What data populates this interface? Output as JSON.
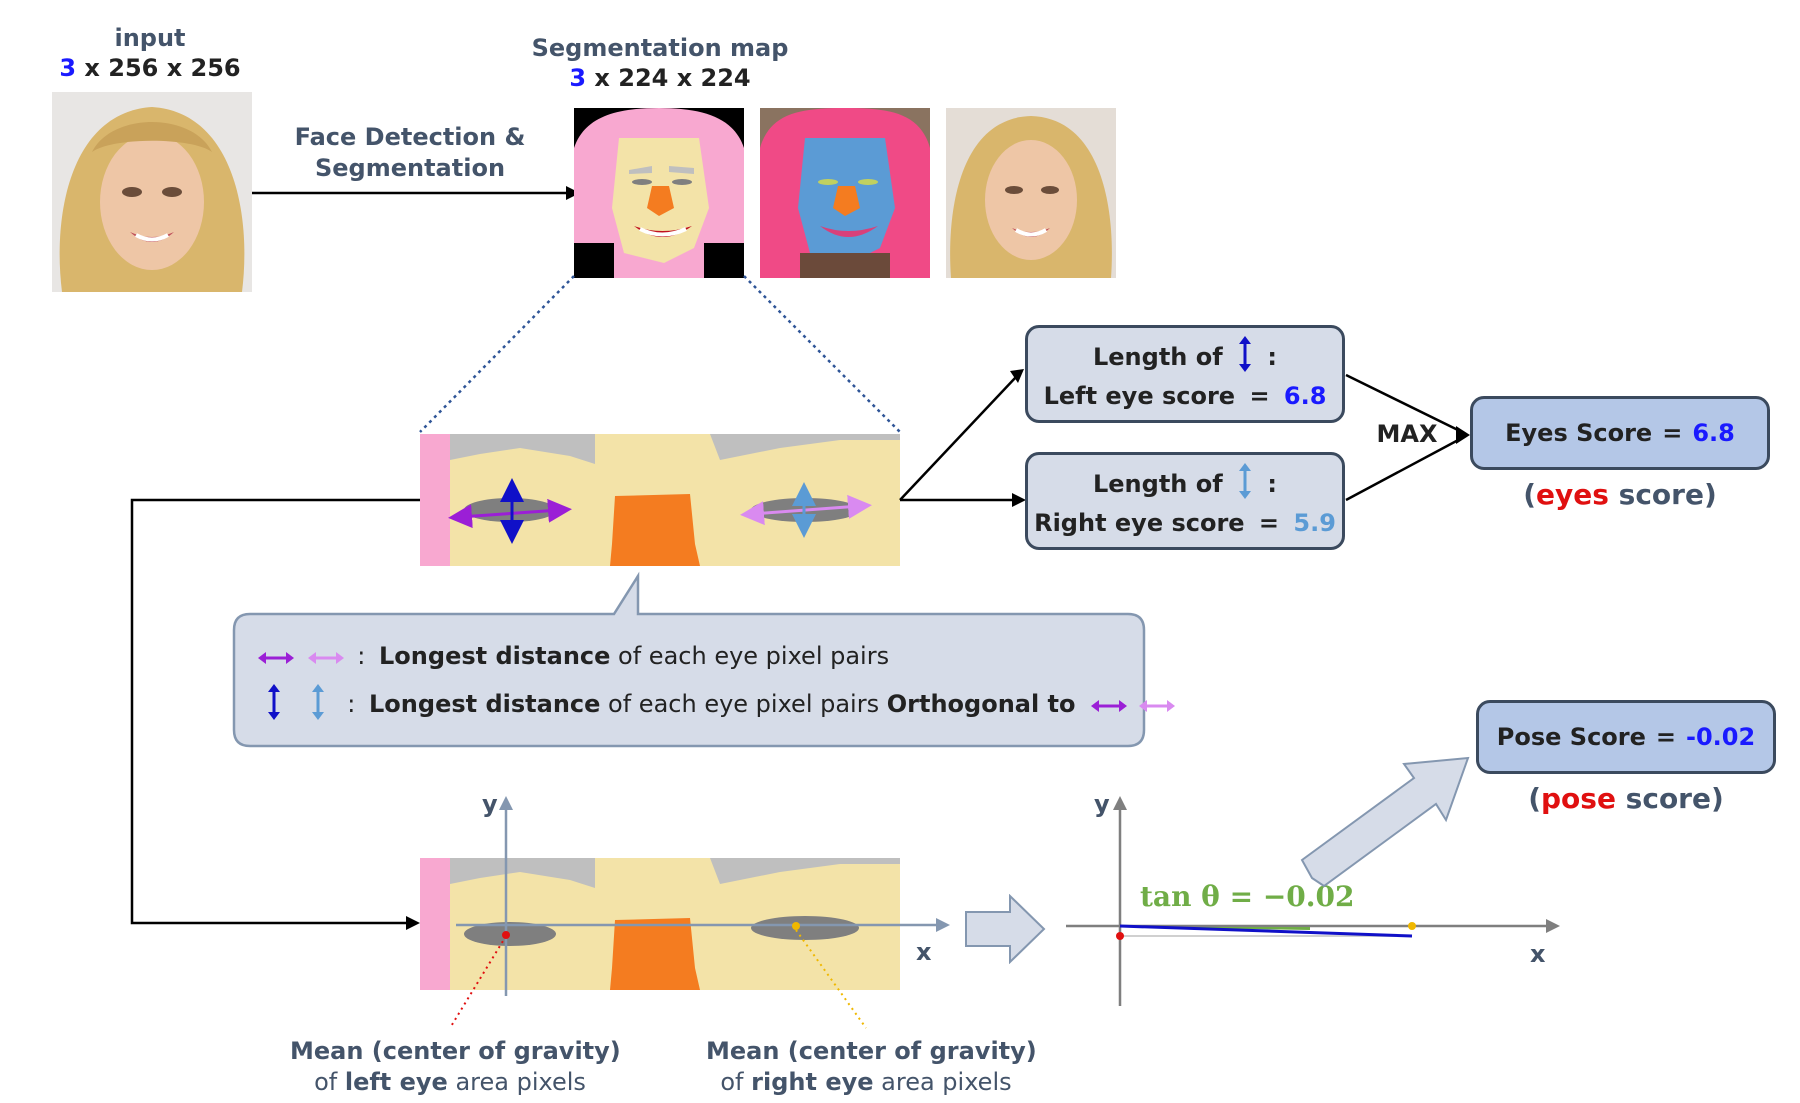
{
  "input": {
    "title": "input",
    "dim_channel": "3",
    "dim_rest": "x 256 x 256"
  },
  "segmap": {
    "title": "Segmentation map",
    "dim_channel": "3",
    "dim_rest": "x 224 x 224"
  },
  "step1": {
    "line1": "Face Detection &",
    "line2": "Segmentation"
  },
  "left_eye": {
    "line1": "Length of",
    "colon": ":",
    "label": "Left eye score",
    "eq": "=",
    "value": "6.8"
  },
  "right_eye": {
    "line1": "Length of",
    "colon": ":",
    "label": "Right eye score",
    "eq": "=",
    "value": "5.9"
  },
  "max_label": "MAX",
  "eyes_score": {
    "label": "Eyes Score",
    "eq": "=",
    "value": "6.8",
    "paren_open": "(",
    "word": "eyes",
    "rest": " score)"
  },
  "legend": {
    "row1_colon": ":",
    "row1_bold": "Longest distance",
    "row1_rest": "of each eye pixel pairs",
    "row2_colon": ":",
    "row2_bold": "Longest distance",
    "row2_rest": "of each eye pixel pairs",
    "row2_bold2": "Orthogonal to"
  },
  "pose_score": {
    "label": "Pose Score",
    "eq": "=",
    "value": "-0.02",
    "paren_open": "(",
    "word": "pose",
    "rest": " score)"
  },
  "axes": {
    "y": "y",
    "x": "x"
  },
  "tan_label": "tan θ = −0.02",
  "mean_left": {
    "line1": "Mean (center of gravity)",
    "pre": "of",
    "bold": "left eye",
    "post": "area pixels"
  },
  "mean_right": {
    "line1": "Mean (center of gravity)",
    "pre": "of",
    "bold": "right eye",
    "post": "area pixels"
  },
  "colors": {
    "purple": "#9b1fd6",
    "light_purple": "#d98af0",
    "dark_blue": "#1010c8",
    "light_blue": "#5b9bd5",
    "orange": "#f47c20",
    "skin": "#f3e3a8",
    "gray_eye": "#7f7f7f",
    "brow": "#bfbfbf",
    "pink": "#f8a8d0",
    "tan_green": "#70ad47",
    "red_dot": "#e01010",
    "yellow_dot": "#f0b800"
  }
}
